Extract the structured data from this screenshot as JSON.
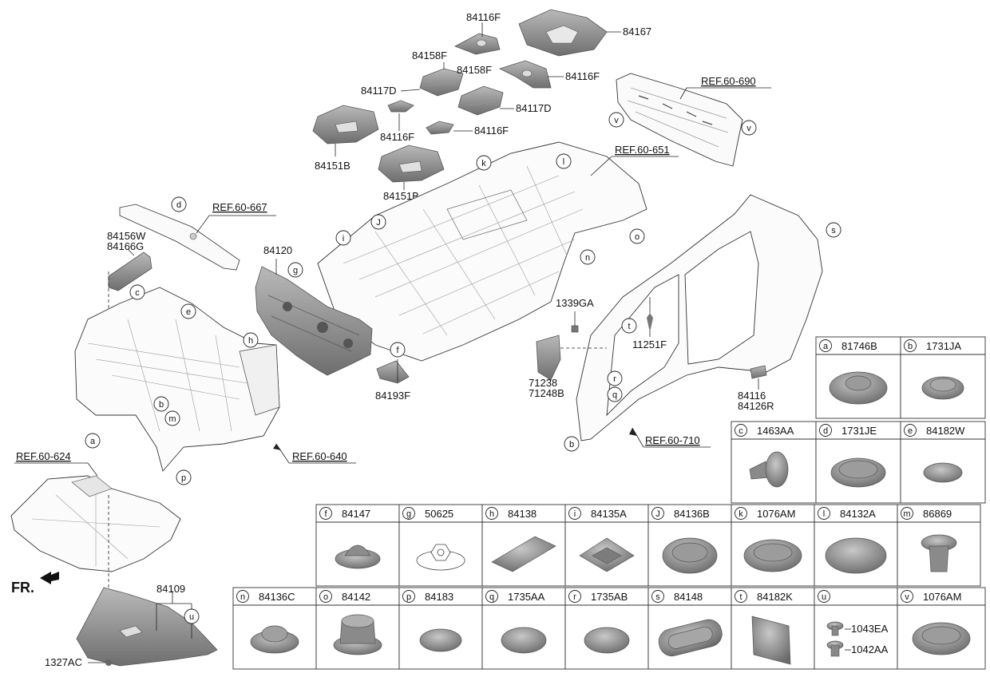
{
  "diagram_labels": {
    "l84116F_a": "84116F",
    "l84167": "84167",
    "l84158F_a": "84158F",
    "l84158F_b": "84158F",
    "l84116F_b": "84116F",
    "l84117D_a": "84117D",
    "l84117D_b": "84117D",
    "l84116F_c": "84116F",
    "l84116F_d": "84116F",
    "l84151B_a": "84151B",
    "l84151B_b": "84151B",
    "l84156W": "84156W",
    "l84166G": "84166G",
    "l84120": "84120",
    "l84193F": "84193F",
    "l1339GA": "1339GA",
    "l11251F": "11251F",
    "l71238": "71238",
    "l71248B": "71248B",
    "l84116": "84116",
    "l84126R": "84126R",
    "l84109": "84109",
    "l1327AC": "1327AC",
    "fr": "FR."
  },
  "references": {
    "ref60690": "REF.60-690",
    "ref60651": "REF.60-651",
    "ref60667": "REF.60-667",
    "ref60640": "REF.60-640",
    "ref60710": "REF.60-710",
    "ref60624": "REF.60-624"
  },
  "callouts": {
    "a": "a",
    "b": "b",
    "c": "c",
    "d": "d",
    "e": "e",
    "f": "f",
    "g": "g",
    "h": "h",
    "i": "i",
    "J": "J",
    "k": "k",
    "l": "l",
    "m": "m",
    "n": "n",
    "o": "o",
    "p": "p",
    "q": "q",
    "r": "r",
    "s": "s",
    "t": "t",
    "u": "u",
    "v": "v"
  },
  "parts_table": {
    "row1": [
      {
        "key": "a",
        "part": "81746B"
      },
      {
        "key": "b",
        "part": "1731JA"
      }
    ],
    "row2": [
      {
        "key": "c",
        "part": "1463AA"
      },
      {
        "key": "d",
        "part": "1731JE"
      },
      {
        "key": "e",
        "part": "84182W"
      }
    ],
    "row3": [
      {
        "key": "f",
        "part": "84147"
      },
      {
        "key": "g",
        "part": "50625"
      },
      {
        "key": "h",
        "part": "84138"
      },
      {
        "key": "i",
        "part": "84135A"
      },
      {
        "key": "J",
        "part": "84136B"
      },
      {
        "key": "k",
        "part": "1076AM"
      },
      {
        "key": "l",
        "part": "84132A"
      },
      {
        "key": "m",
        "part": "86869"
      }
    ],
    "row4": [
      {
        "key": "n",
        "part": "84136C"
      },
      {
        "key": "o",
        "part": "84142"
      },
      {
        "key": "p",
        "part": "84183"
      },
      {
        "key": "q",
        "part": "1735AA"
      },
      {
        "key": "r",
        "part": "1735AB"
      },
      {
        "key": "s",
        "part": "84148"
      },
      {
        "key": "t",
        "part": "84182K"
      },
      {
        "key": "u",
        "part": ""
      },
      {
        "key": "v",
        "part": "1076AM"
      }
    ],
    "u_sub": {
      "upper": "1043EA",
      "lower": "1042AA"
    }
  },
  "colors": {
    "part_fill": "#8f8f8f",
    "part_dark": "#6a6a6a",
    "line": "#222222"
  }
}
